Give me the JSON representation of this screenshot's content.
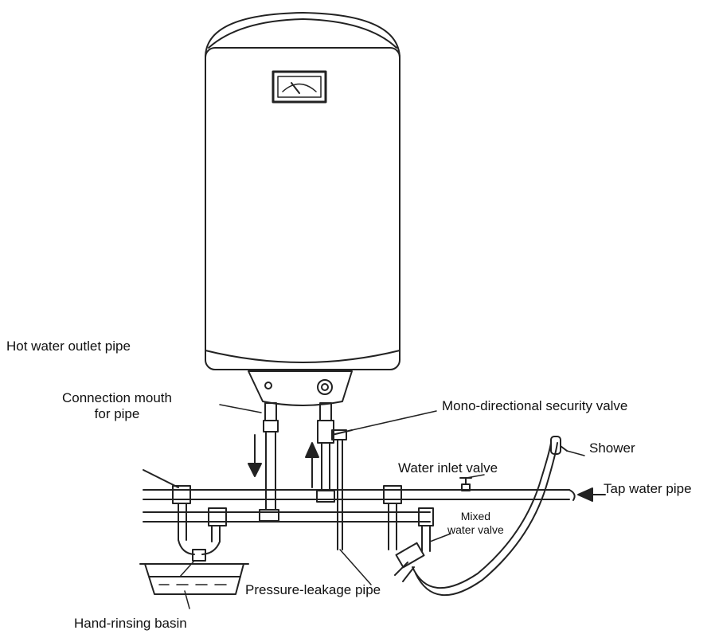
{
  "labels": {
    "hot_water_outlet_pipe": "Hot water outlet pipe",
    "connection_mouth_line1": "Connection mouth",
    "connection_mouth_line2": "for pipe",
    "mono_directional_security_valve": "Mono-directional security valve",
    "shower": "Shower",
    "water_inlet_valve": "Water inlet valve",
    "tap_water_pipe": "Tap water pipe",
    "mixed_water_valve_line1": "Mixed",
    "mixed_water_valve_line2": "water valve",
    "pressure_leakage_pipe": "Pressure-leakage pipe",
    "hand_rinsing_basin": "Hand-rinsing basin"
  },
  "colors": {
    "line": "#222222",
    "background": "#ffffff"
  }
}
